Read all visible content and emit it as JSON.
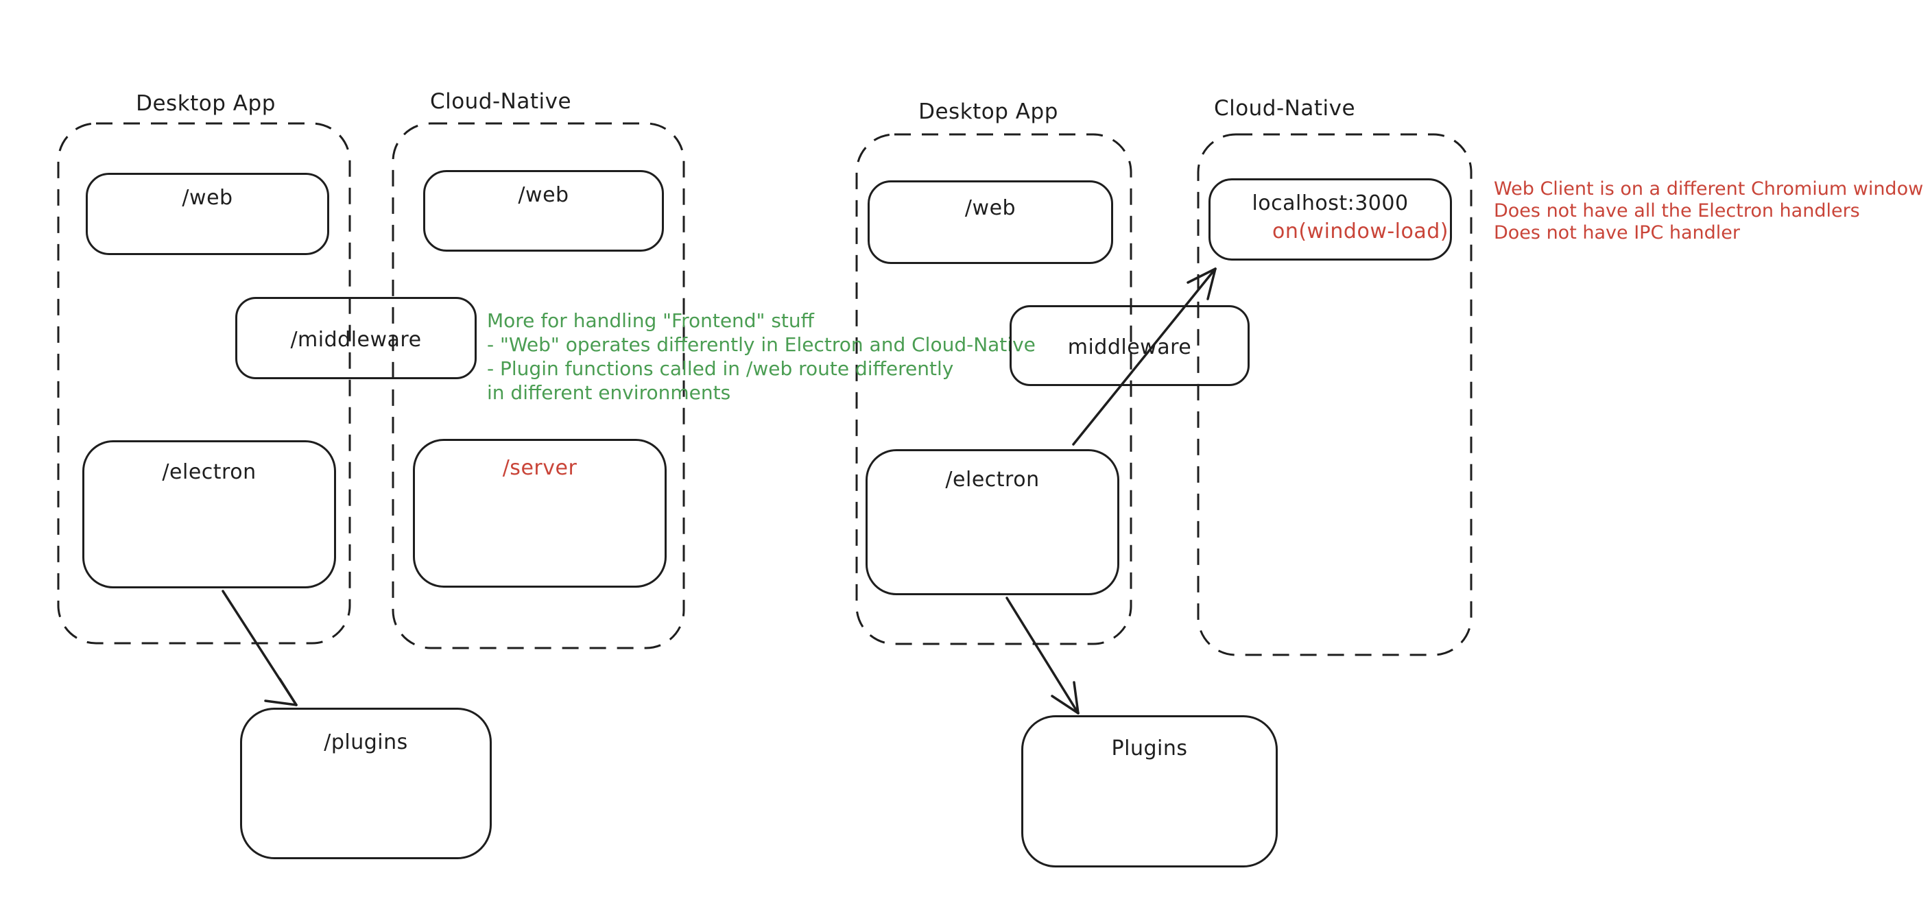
{
  "colors": {
    "ink": "#1e1e1e",
    "red": "#c94438",
    "green": "#4a9d52",
    "background": "#ffffff"
  },
  "left_diagram": {
    "desktop_container_label": "Desktop App",
    "cloud_container_label": "Cloud-Native",
    "desktop_web_box": "/web",
    "cloud_web_box": "/web",
    "middleware_box": "/middleware",
    "electron_box": "/electron",
    "server_box": "/server",
    "plugins_box": "/plugins",
    "green_note_lines": [
      "More for handling \"Frontend\" stuff",
      "- \"Web\" operates differently in Electron and Cloud-Native",
      "- Plugin functions called in /web route differently",
      "in different environments"
    ]
  },
  "right_diagram": {
    "desktop_container_label": "Desktop App",
    "cloud_container_label": "Cloud-Native",
    "desktop_web_box": "/web",
    "middleware_box": "middleware",
    "electron_box": "/electron",
    "localhost_box_title": "localhost:3000",
    "localhost_box_subtitle": "on(window-load)",
    "plugins_box": "Plugins",
    "red_note_lines": [
      "Web Client is on a different Chromium window",
      "Does not have all the Electron handlers",
      "Does not have IPC handler"
    ]
  }
}
